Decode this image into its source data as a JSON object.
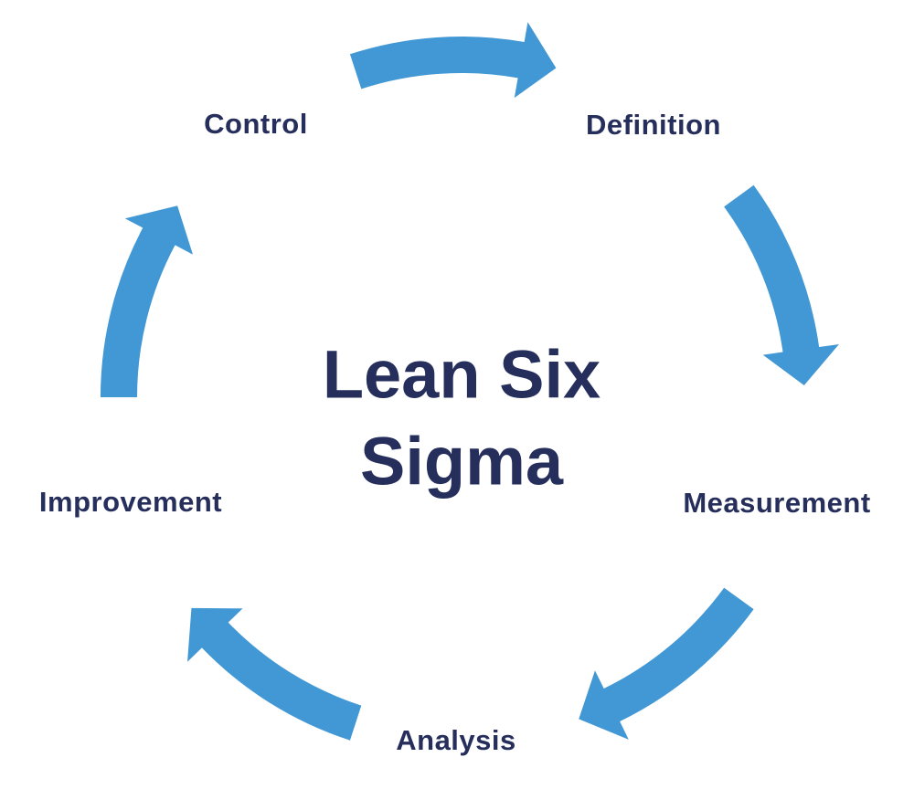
{
  "diagram": {
    "type": "cycle",
    "title": {
      "line1": "Lean Six",
      "line2": "Sigma"
    },
    "steps": [
      {
        "label": "Control"
      },
      {
        "label": "Definition"
      },
      {
        "label": "Measurement"
      },
      {
        "label": "Analysis"
      },
      {
        "label": "Improvement"
      }
    ],
    "arrows": [
      {
        "from": "Control",
        "to": "Definition"
      },
      {
        "from": "Definition",
        "to": "Measurement"
      },
      {
        "from": "Measurement",
        "to": "Analysis"
      },
      {
        "from": "Analysis",
        "to": "Improvement"
      },
      {
        "from": "Improvement",
        "to": "Control"
      }
    ],
    "colors": {
      "arrow": "#4298D5",
      "text": "#262F5C",
      "background": "#FFFFFF"
    }
  }
}
